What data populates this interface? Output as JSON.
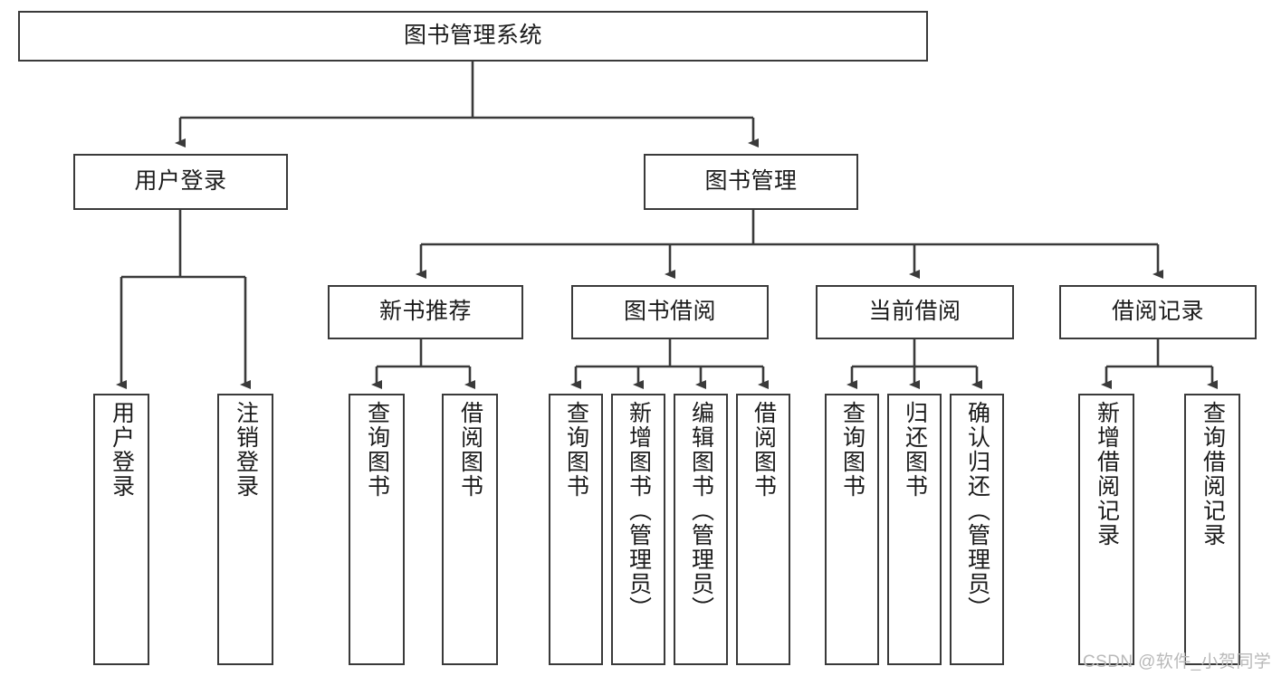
{
  "diagram": {
    "title": "图书管理系统",
    "type": "tree-hierarchy",
    "colors": {
      "stroke": "#3a3a3a",
      "fill": "#ffffff",
      "text": "#1b1b1b",
      "watermark": "#b9b9b9"
    },
    "levels": {
      "root": {
        "label": "图书管理系统"
      },
      "level2": [
        {
          "label": "用户登录"
        },
        {
          "label": "图书管理"
        }
      ],
      "level3": [
        {
          "label": "新书推荐"
        },
        {
          "label": "图书借阅"
        },
        {
          "label": "当前借阅"
        },
        {
          "label": "借阅记录"
        }
      ],
      "leaves": {
        "user_login": [
          {
            "label": "用户登录"
          },
          {
            "label": "注销登录"
          }
        ],
        "new_book_recommend": [
          {
            "label": "查询图书"
          },
          {
            "label": "借阅图书"
          }
        ],
        "book_borrow": [
          {
            "label": "查询图书"
          },
          {
            "label": "新增图书（管理员）"
          },
          {
            "label": "编辑图书（管理员）"
          },
          {
            "label": "借阅图书"
          }
        ],
        "current_borrow": [
          {
            "label": "查询图书"
          },
          {
            "label": "归还图书"
          },
          {
            "label": "确认归还（管理员）"
          }
        ],
        "borrow_record": [
          {
            "label": "新增借阅记录"
          },
          {
            "label": "查询借阅记录"
          }
        ]
      }
    }
  },
  "watermark": {
    "text": "CSDN @软件_小贺同学"
  }
}
